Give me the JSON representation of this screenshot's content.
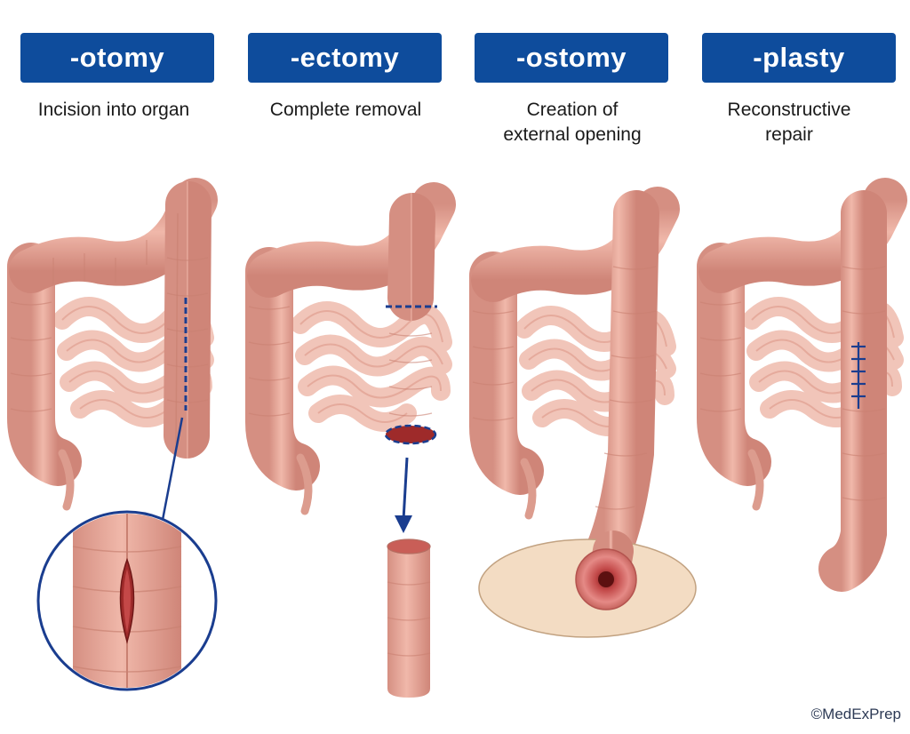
{
  "panels": [
    {
      "term": "-otomy",
      "desc_lines": [
        "Incision into organ"
      ]
    },
    {
      "term": "-ectomy",
      "desc_lines": [
        "Complete removal"
      ]
    },
    {
      "term": "-ostomy",
      "desc_lines": [
        "Creation of",
        "external opening"
      ]
    },
    {
      "term": "-plasty",
      "desc_lines": [
        "Reconstructive",
        "repair"
      ]
    }
  ],
  "credit": "©MedExPrep",
  "colors": {
    "badge": "#0e4c9c",
    "tissue": "#e6a597",
    "tissue_dark": "#c77a6d",
    "incision": "#1a3d8f",
    "wound": "#9e2a2a",
    "skin": "#f3dcc3"
  },
  "icons": [
    "colon-illustration",
    "magnifier-inset",
    "stoma-illustration",
    "suture-illustration",
    "down-arrow-icon"
  ]
}
